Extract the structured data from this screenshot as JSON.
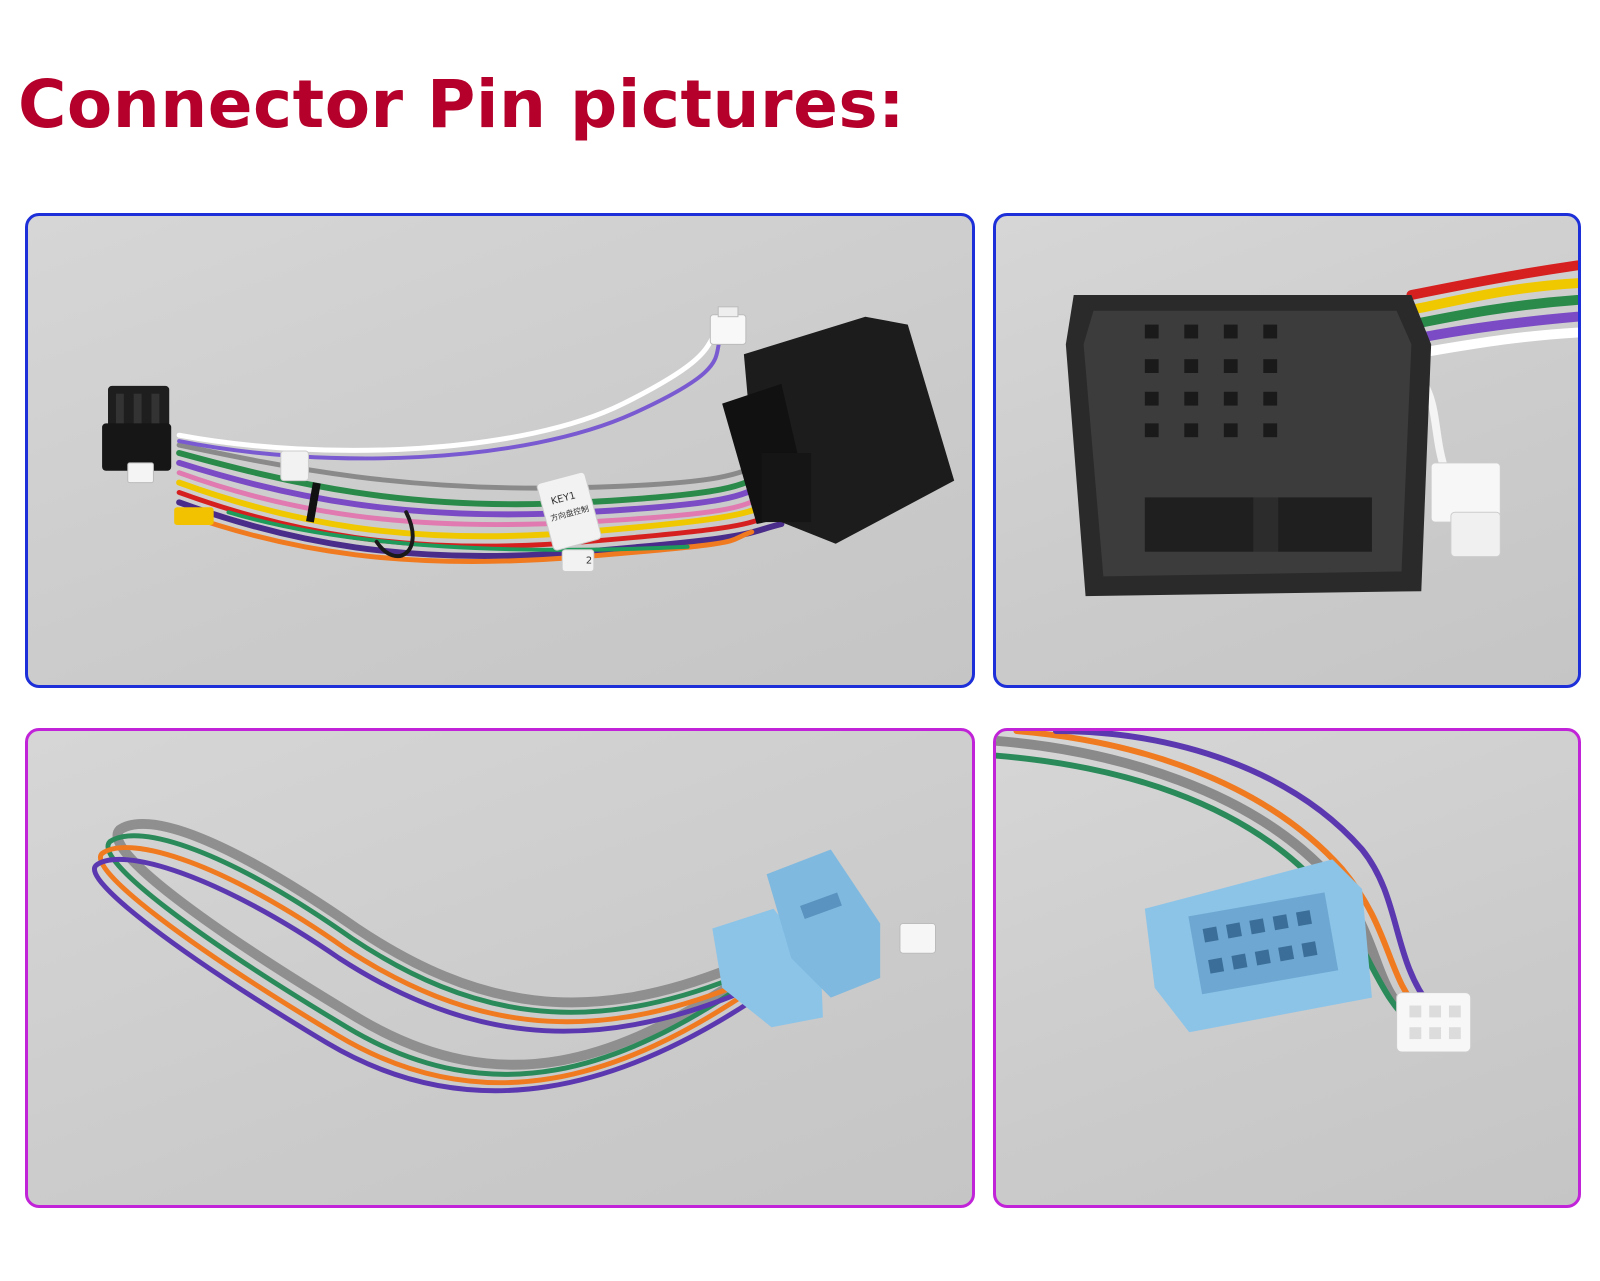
{
  "heading": {
    "text": "Connector Pin pictures:",
    "color": "#b4002a"
  },
  "panels": [
    {
      "id": "p1",
      "border_color": "#1d2fd8",
      "photo": "full harness with black connectors, white plugs and colored wires",
      "tags": {
        "key1_line1": "KEY1",
        "key1_line2": "方向盘控制",
        "small_tag": "2"
      }
    },
    {
      "id": "p2",
      "border_color": "#1d2fd8",
      "photo": "close-up of black connector pin face"
    },
    {
      "id": "p3",
      "border_color": "#c124d8",
      "photo": "blue connector with looped wires"
    },
    {
      "id": "p4",
      "border_color": "#c124d8",
      "photo": "close-up of blue connector and white plug"
    }
  ]
}
